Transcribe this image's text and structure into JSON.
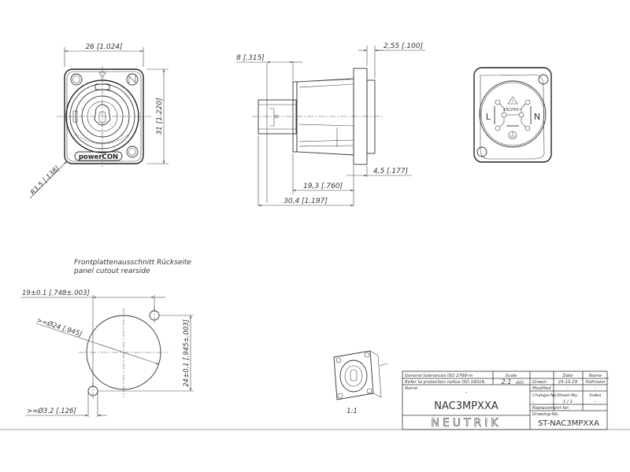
{
  "drawing": {
    "front_view": {
      "width_dim": "26  [1.024]",
      "height_dim": "31  [1.220]",
      "radius_dim": "R3,5  [.138]",
      "brand_label": "powerCON"
    },
    "side_view": {
      "dim_flange": "2,55  [.100]",
      "dim_front": "8  [.315]",
      "dim_flange2": "4,5  [.177]",
      "dim_body": "19,3  [.760]",
      "dim_total": "30,4  [1.197]"
    },
    "rear_view": {
      "left_label": "L",
      "right_label": "N",
      "rating": "16/250~"
    },
    "cutout": {
      "title_de": "Frontplattenausschnitt Rückseite",
      "title_en": "panel cutout rearside",
      "dim_width": "19±0.1  [.748±.003]",
      "dim_diameter": ">=Ø24  [.945]",
      "dim_height": "24±0.1  [.945±.003]",
      "dim_hole": ">=Ø3.2  [.126]"
    },
    "iso_view": {
      "scale_label": "1:1"
    }
  },
  "title_block": {
    "general_tolerances": "General tolerances ISO 2768-m",
    "protection_notice": "Refer to protection notice ISO 16016.",
    "scale_label": "Scale",
    "scale_value": "2:1",
    "scale_format": "(A3)",
    "name_label": "Name",
    "name_dash": "-",
    "part_name": "NAC3MPXXA",
    "logo": "NEUTRIK",
    "date_header": "Date",
    "name_header": "Name",
    "drawn_label": "Drawn",
    "drawn_date": "24.10.19",
    "drawn_name": "Hofmann",
    "modified_label": "Modified",
    "modified_date": "-",
    "modified_name": "-",
    "change_label": "Change-No.",
    "change_value": "-",
    "sheet_label": "Sheet-No.",
    "sheet_value": "1 / 1",
    "index_label": "Index",
    "index_value": "–",
    "replacement_label": "Replacement for:",
    "drawing_no_label": "Drawing-No.",
    "drawing_no": "ST-NAC3MPXXA"
  }
}
